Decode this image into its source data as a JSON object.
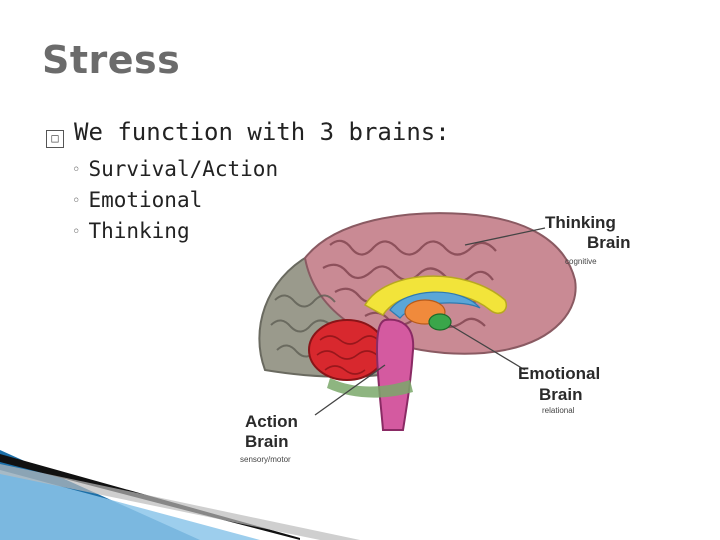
{
  "slide": {
    "title": "Stress",
    "bullet": {
      "marker": "□",
      "text": "We function with 3 brains:"
    },
    "sub_marker": "◦",
    "sub_items": [
      "Survival/Action",
      "Emotional",
      "Thinking"
    ]
  },
  "diagram": {
    "thinking_label_line1": "Thinking",
    "thinking_label_line2": "Brain",
    "thinking_sub": "cognitive",
    "emotional_label_line1": "Emotional",
    "emotional_label_line2": "Brain",
    "emotional_sub": "relational",
    "action_label_line1": "Action",
    "action_label_line2": "Brain",
    "action_sub": "sensory/motor"
  },
  "colors": {
    "title": "#6b6b6b",
    "cortex_front": "#c98a94",
    "cortex_back": "#9a9a8c",
    "limbic_yellow": "#f2e43a",
    "limbic_blue": "#5aa6d8",
    "thalamus_orange": "#f08a3c",
    "amygdala_green": "#3aa64a",
    "cerebellum_red": "#d8282e",
    "brainstem_pink": "#d45aa0",
    "deco_blue": "#1c6fa8"
  }
}
